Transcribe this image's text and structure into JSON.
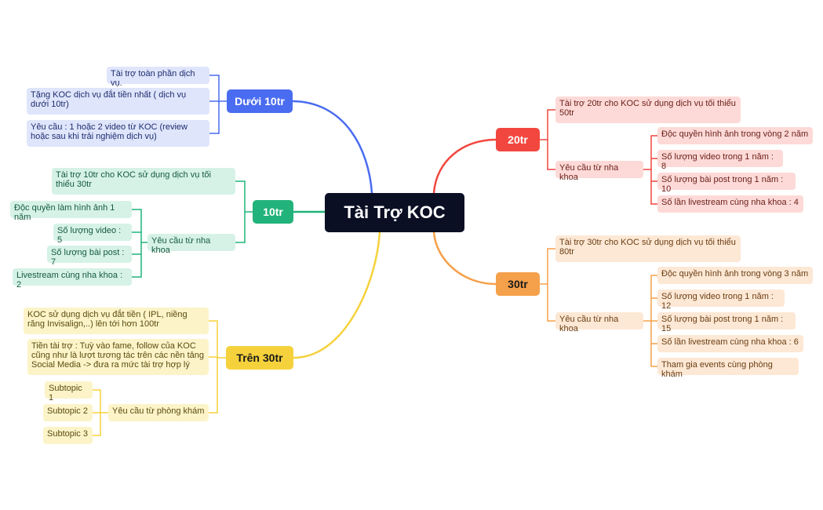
{
  "colors": {
    "blue": "#4a6cf0",
    "blue_light": "#dfe5fb",
    "blue_text": "#1d2d6e",
    "green": "#21b37a",
    "green_light": "#d6f2e6",
    "green_text": "#145a40",
    "yellow": "#f5d23c",
    "yellow_light": "#fcf4c8",
    "yellow_text": "#5a4a10",
    "red": "#f2473f",
    "red_light": "#fddad7",
    "red_text": "#6a1d18",
    "orange": "#f5a04a",
    "orange_light": "#fde8d5",
    "orange_text": "#6a3d12",
    "root_bg": "#0a0f24"
  },
  "root": "Tài Trợ KOC",
  "branches": {
    "duoi10": {
      "label": "Dưới 10tr",
      "items": [
        "Tài trợ toàn phần dịch vụ.",
        "Tặng KOC dịch vụ đắt tiền nhất ( dịch vụ dưới 10tr)",
        "Yêu cầu : 1 hoặc 2 video từ KOC (review hoặc sau khi trải nghiệm dịch vụ)"
      ]
    },
    "m10": {
      "label": "10tr",
      "items": [
        "Tài trợ 10tr cho KOC sử dụng dịch vụ tối thiểu 30tr",
        "Yêu cầu từ nha khoa"
      ],
      "requirements": [
        "Độc quyền làm hình ảnh 1 năm",
        "Số lượng video : 5",
        "Số lượng bài post : 7",
        "Livestream cùng nha khoa : 2"
      ]
    },
    "tren30": {
      "label": "Trên 30tr",
      "items": [
        "KOC sử dụng dịch vụ đắt tiền ( IPL, niềng răng Invisalign,..) lên tới hơn 100tr",
        "Tiền tài trợ : Tuỳ vào fame, follow của KOC cũng như là lượt tương tác trên các nền tảng Social Media -> đưa ra mức tài trợ hợp lý",
        "Yêu cầu từ phòng khám"
      ],
      "requirements": [
        "Subtopic 1",
        "Subtopic 2",
        "Subtopic 3"
      ]
    },
    "m20": {
      "label": "20tr",
      "items": [
        "Tài trợ 20tr cho KOC sử dụng dịch vụ tối thiểu 50tr",
        "Yêu cầu từ nha khoa"
      ],
      "requirements": [
        "Độc quyền hình ảnh trong vòng 2 năm",
        "Số lượng video trong 1 năm : 8",
        "Số lượng bài post trong 1 năm : 10",
        "Số lần livestream cùng nha khoa : 4"
      ]
    },
    "m30": {
      "label": "30tr",
      "items": [
        "Tài trợ 30tr cho KOC sử dụng dịch vụ tối thiểu 80tr",
        "Yêu cầu từ nha khoa"
      ],
      "requirements": [
        "Độc quyền hình ảnh trong vòng 3 năm",
        "Số lượng video trong 1 năm : 12",
        "Số lượng bài post trong 1 năm : 15",
        "Số lần livestream cùng nha khoa : 6",
        "Tham gia events cùng phòng khám"
      ]
    }
  }
}
